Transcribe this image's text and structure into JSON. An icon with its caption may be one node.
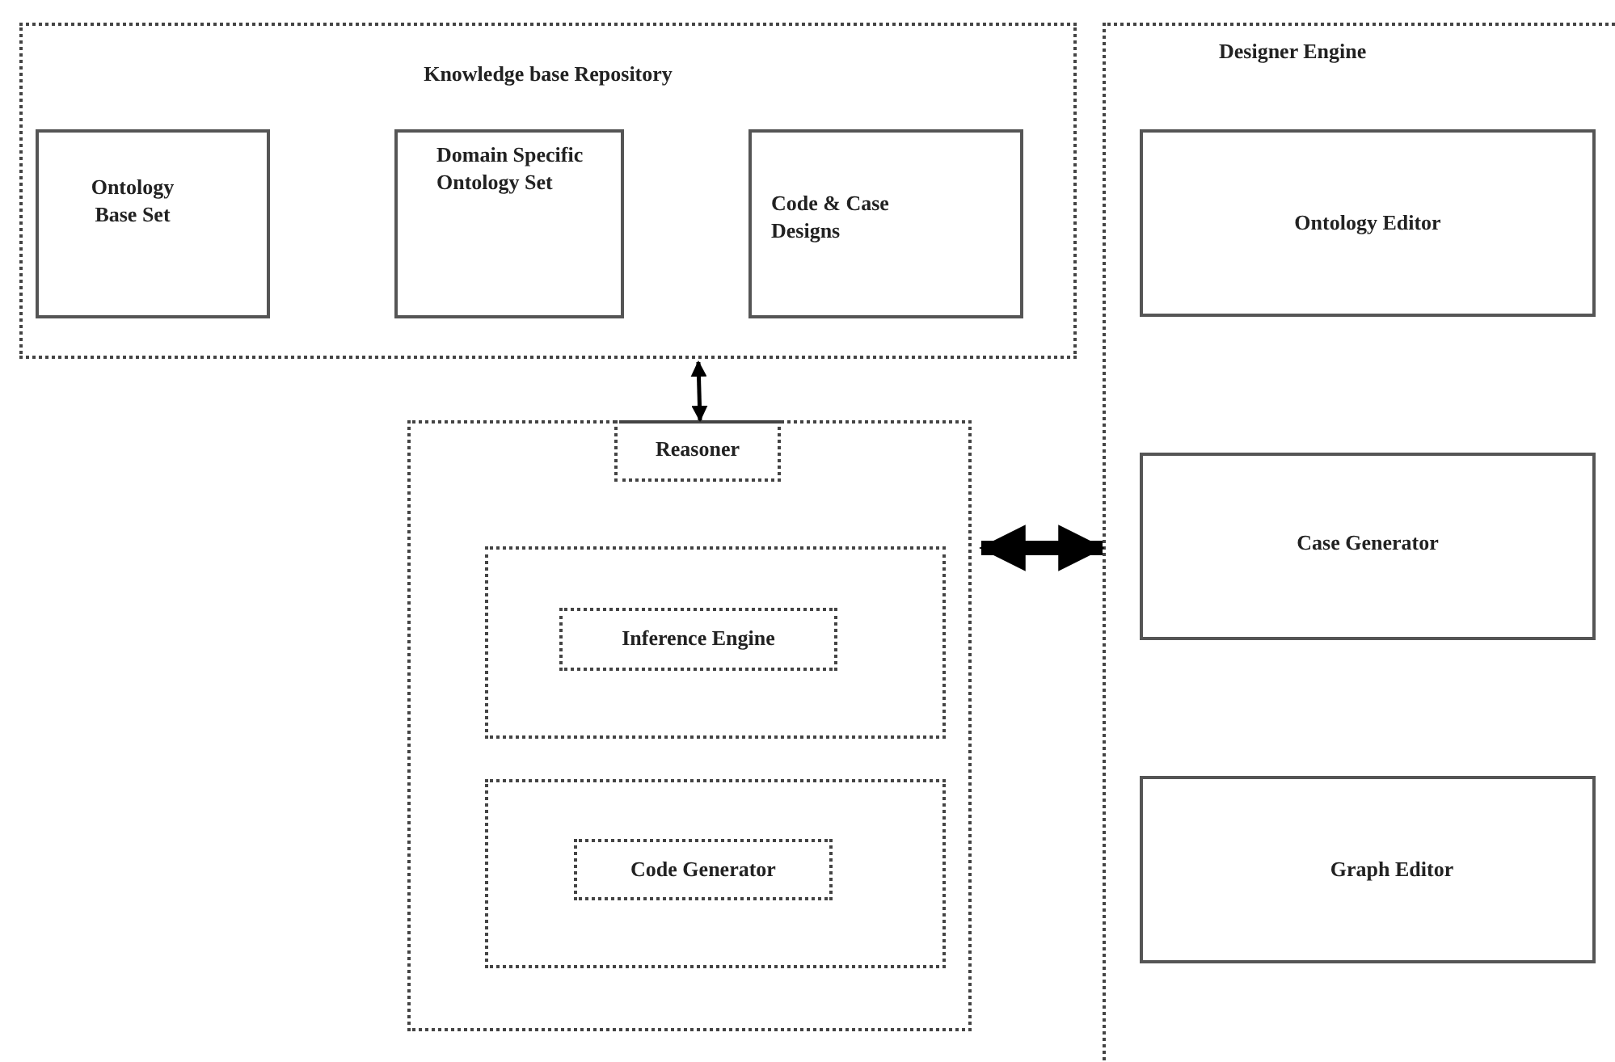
{
  "diagram": {
    "nodes": [
      {
        "text": [
          "Knowledge base Repository"
        ]
      },
      {
        "text": [
          "Ontology Base Set"
        ],
        "in": 0
      },
      {
        "text": [
          "Domain Specific Ontology Set"
        ],
        "in": 0
      },
      {
        "text": [
          "Code & Case Designs"
        ],
        "in": 0
      },
      {
        "text": [
          "Designer Engine"
        ]
      },
      {
        "text": [
          "Ontology Editor"
        ],
        "in": 4
      },
      {
        "text": [
          "Case Generator"
        ],
        "in": 4
      },
      {
        "text": [
          "Graph Editor"
        ],
        "in": 4
      },
      {
        "text": [],
        "shape": "box"
      },
      {
        "text": [
          "Reasoner"
        ],
        "in": 8
      },
      {
        "text": [],
        "shape": "box",
        "in": 8
      },
      {
        "text": [
          "Inference Engine"
        ],
        "in": 10
      },
      {
        "text": [],
        "shape": "box",
        "in": 8
      },
      {
        "text": [
          "Code Generator"
        ],
        "in": 12
      }
    ],
    "edges": [
      {
        "from": 0,
        "to": 9,
        "arrow": "both"
      },
      {
        "from": 8,
        "to": 4,
        "arrow": "both",
        "style": "thick"
      }
    ]
  }
}
